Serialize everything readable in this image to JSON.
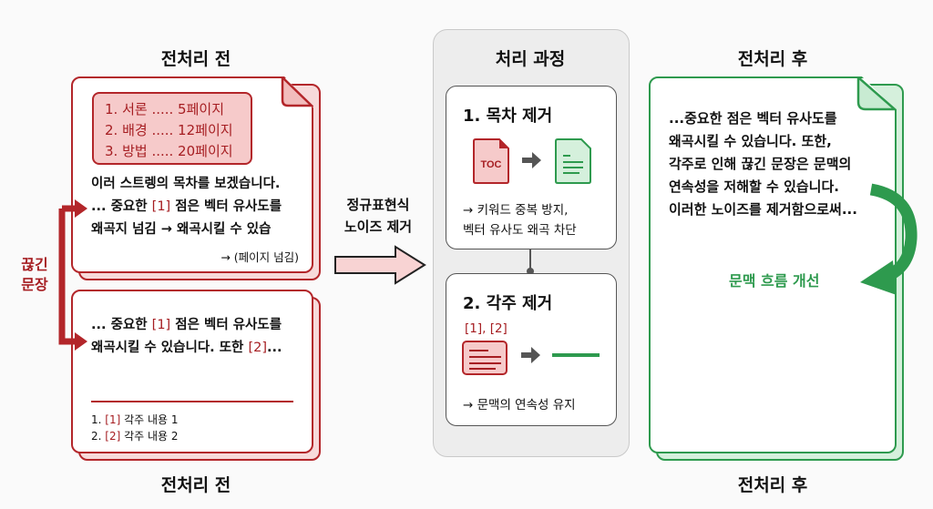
{
  "before": {
    "title_top": "전처리 전",
    "title_bottom": "전처리 전",
    "toc": [
      "1. 서론 ..... 5페이지",
      "2. 배경 ..... 12페이지",
      "3. 방법 ..... 20페이지"
    ],
    "page1": {
      "line1": "이러 스트렝의 목차를 보겠습니다.",
      "line2_a": "... 중요한 ",
      "line2_ref": "[1]",
      "line2_b": " 점은 벡터 유사도를",
      "line3": "왜곡지 넘김 → 왜곡시킬 수 있습",
      "page_break": "→ (페이지 넘김)"
    },
    "page2": {
      "line1_a": "... 중요한 ",
      "line1_ref": "[1]",
      "line1_b": " 점은 벡터 유사도를",
      "line2_a": "왜곡시킬 수 있습니다. 또한 ",
      "line2_ref": "[2]",
      "line2_b": "...",
      "footnotes": [
        {
          "num": "1. ",
          "ref": "[1]",
          "text": " 각주 내용 1"
        },
        {
          "num": "2. ",
          "ref": "[2]",
          "text": " 각주 내용 2"
        }
      ]
    },
    "broken_label": [
      "끊긴",
      "문장"
    ]
  },
  "arrow_label": [
    "정규표현식",
    "노이즈 제거"
  ],
  "process": {
    "title": "처리 과정",
    "step1": {
      "title": "1. 목차 제거",
      "icon_text": "TOC",
      "desc": [
        "→ 키워드 중복 방지,",
        "벡터 유사도 왜곡 차단"
      ]
    },
    "step2": {
      "title": "2. 각주 제거",
      "refs": "[1], [2]",
      "desc": "→ 문맥의 연속성 유지"
    }
  },
  "after": {
    "title_top": "전처리 후",
    "title_bottom": "전처리 후",
    "lines": [
      "...중요한 점은 벡터 유사도를",
      "왜곡시킬 수 있습니다. 또한,",
      "각주로 인해 끊긴 문장은 문맥의",
      "연속성을 저해할 수 있습니다.",
      "이러한 노이즈를 제거함으로써..."
    ],
    "flow_label": "문맥 흐름 개선"
  },
  "colors": {
    "red": "#b3262a",
    "green": "#2e9a4e",
    "panel": "#ededed"
  }
}
